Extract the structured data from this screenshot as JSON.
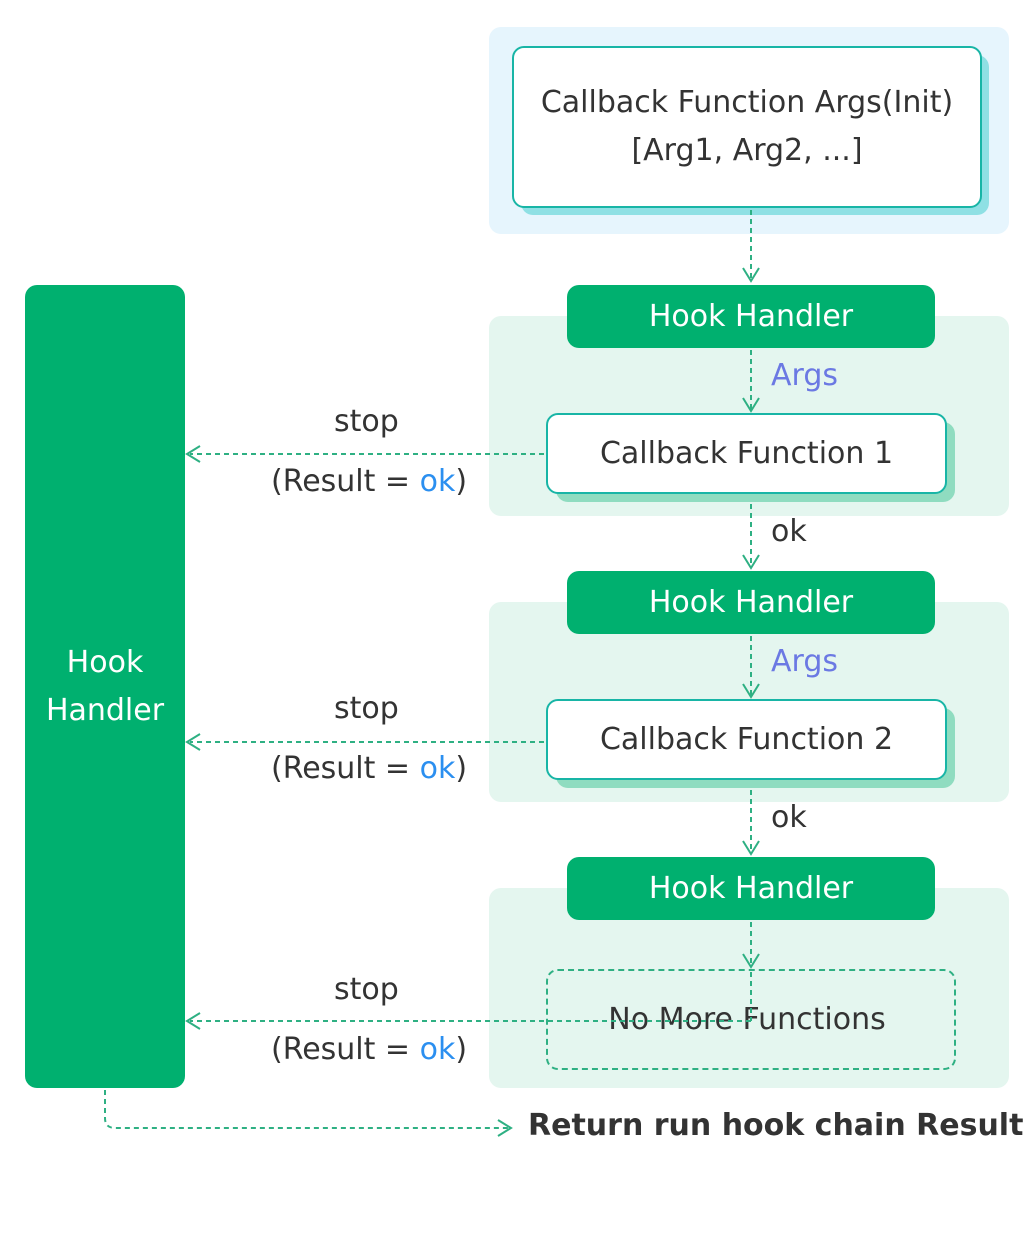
{
  "init": {
    "line1": "Callback Function Args(Init)",
    "line2": "[Arg1, Arg2, ...]"
  },
  "chain": [
    {
      "handler_label": "Hook Handler",
      "args_label": "Args",
      "function_label": "Callback Function 1",
      "stop_label": "stop",
      "result_prefix": "(Result = ",
      "result_value": "ok",
      "result_suffix": ")",
      "ok_label": "ok"
    },
    {
      "handler_label": "Hook Handler",
      "args_label": "Args",
      "function_label": "Callback Function 2",
      "stop_label": "stop",
      "result_prefix": "(Result = ",
      "result_value": "ok",
      "result_suffix": ")",
      "ok_label": "ok"
    },
    {
      "handler_label": "Hook Handler",
      "function_label": "No More Functions",
      "stop_label": "stop",
      "result_prefix": "(Result = ",
      "result_value": "ok",
      "result_suffix": ")"
    }
  ],
  "side_handler": {
    "line1": "Hook",
    "line2": "Handler"
  },
  "footer": {
    "return_label": "Return run hook chain Result"
  },
  "colors": {
    "green": "#00b06f",
    "teal_border": "#18b5a6",
    "args_purple": "#6b79e3",
    "ok_blue": "#2b8ff0",
    "panel_blue": "#e6f5fd",
    "panel_green": "#e4f6ef"
  }
}
